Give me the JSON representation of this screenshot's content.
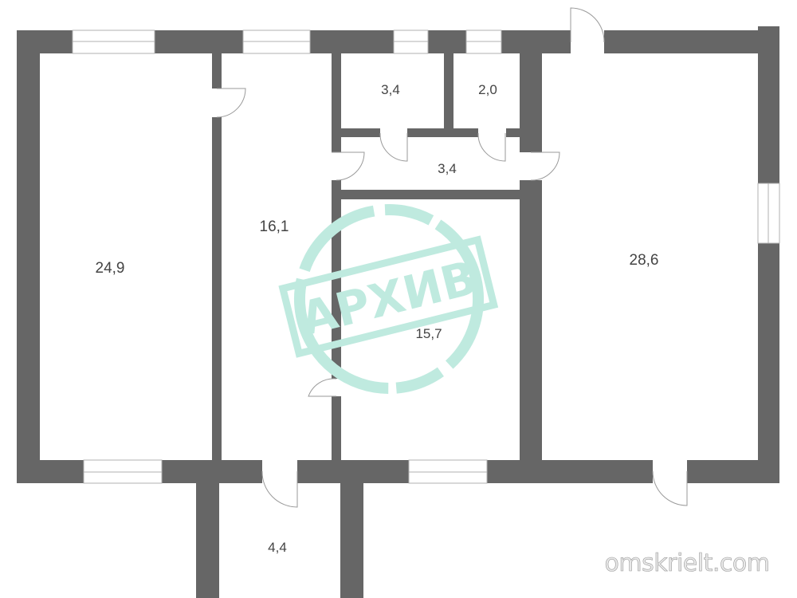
{
  "rooms": [
    {
      "id": "room-left",
      "area": "24,9"
    },
    {
      "id": "room-mid",
      "area": "16,1"
    },
    {
      "id": "room-small-a",
      "area": "3,4"
    },
    {
      "id": "room-small-b",
      "area": "2,0"
    },
    {
      "id": "corridor",
      "area": "3,4"
    },
    {
      "id": "room-center",
      "area": "15,7"
    },
    {
      "id": "room-right",
      "area": "28,6"
    },
    {
      "id": "annex",
      "area": "4,4"
    }
  ],
  "stamp": {
    "text": "АРХИВ"
  },
  "watermark": "omskrielt.com",
  "colors": {
    "wall": "#666666",
    "stamp": "#bfeadf"
  }
}
